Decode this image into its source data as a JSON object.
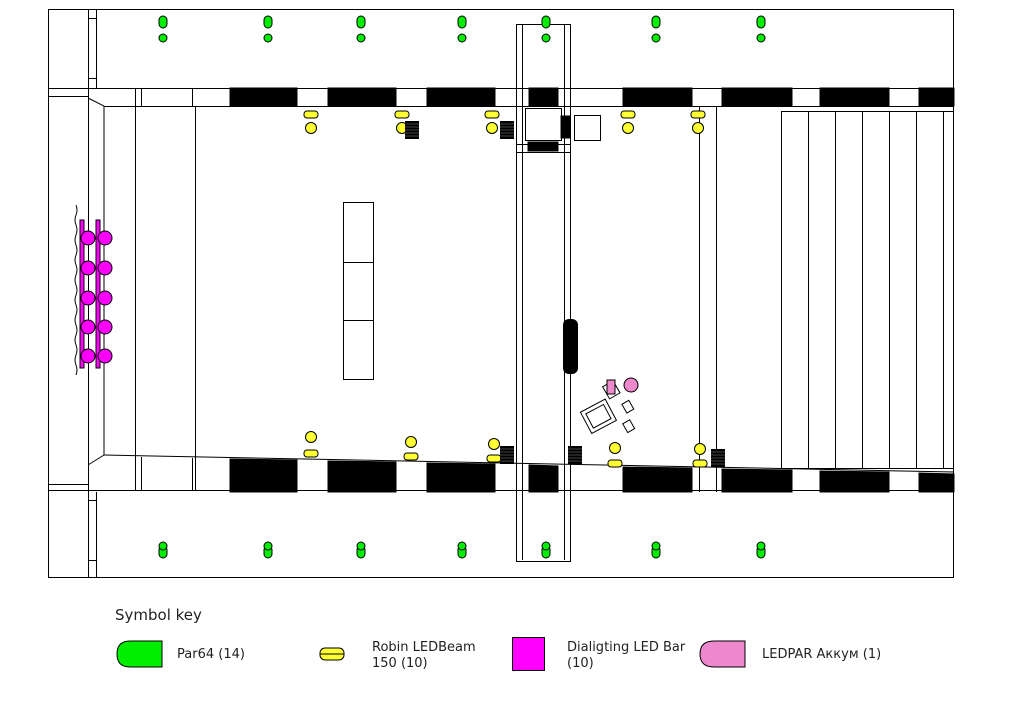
{
  "legend": {
    "title": "Symbol key",
    "items": [
      {
        "label": "Par64 (14)",
        "symbol": "par64-symbol"
      },
      {
        "label": "Robin LEDBeam\n150 (10)",
        "symbol": "led-beam-symbol"
      },
      {
        "label": "Dialigting LED Bar\n(10)",
        "symbol": "led-bar-symbol"
      },
      {
        "label": "LEDPAR Аккум (1)",
        "symbol": "ledpar-symbol"
      }
    ]
  },
  "colors": {
    "par64": "#00ee00",
    "led_beam": "#ffff33",
    "led_bar": "#ff00ff",
    "ledpar": "#ee88cc",
    "stroke": "#000000"
  }
}
